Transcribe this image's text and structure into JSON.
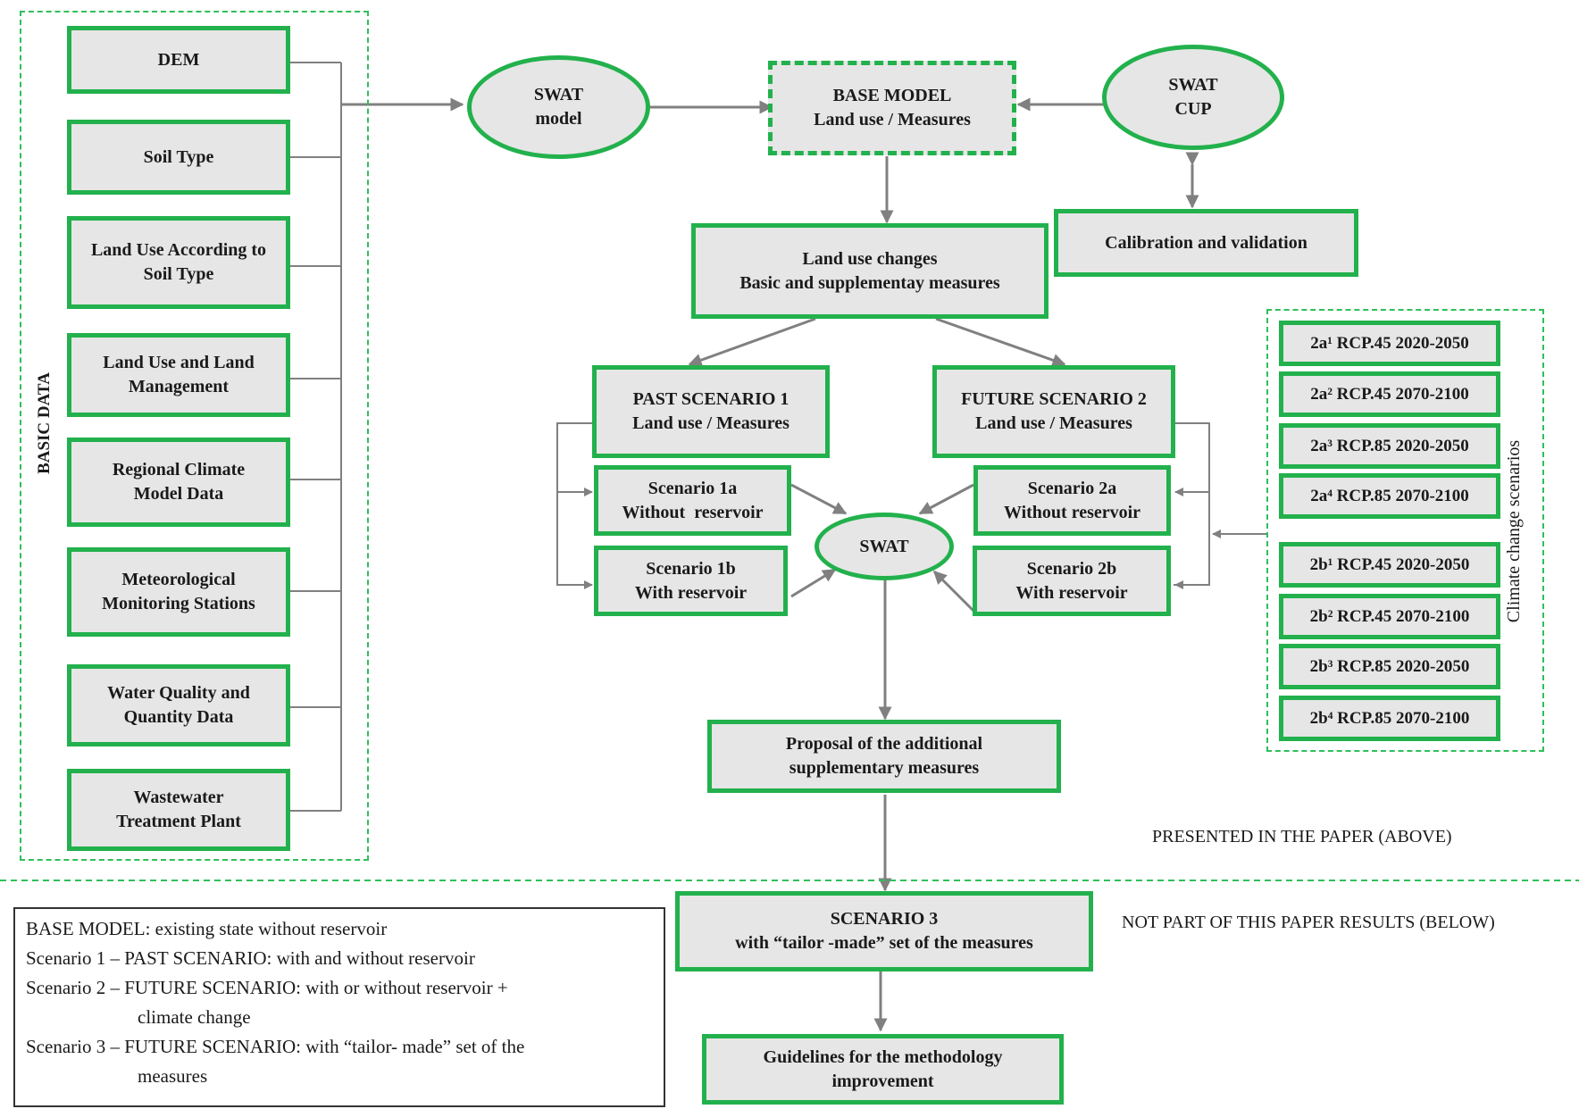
{
  "basic_data": {
    "label": "BASIC DATA",
    "items": [
      "DEM",
      "Soil Type",
      "Land Use According to Soil Type",
      "Land Use and Land Management",
      "Regional Climate Model Data",
      "Meteorological Monitoring Stations",
      "Water Quality and Quantity Data",
      "Wastewater Treatment Plant"
    ]
  },
  "swat_model": [
    "SWAT",
    "model"
  ],
  "base_model": [
    "BASE MODEL",
    "Land use / Measures"
  ],
  "swat_cup": [
    "SWAT",
    "CUP"
  ],
  "calibration": "Calibration and validation",
  "land_use_changes": [
    "Land use changes",
    "Basic and supplementay measures"
  ],
  "past_scenario": [
    "PAST SCENARIO 1",
    "Land use / Measures"
  ],
  "future_scenario": [
    "FUTURE SCENARIO 2",
    "Land use / Measures"
  ],
  "scenario_1a": [
    "Scenario 1a",
    "Without  reservoir"
  ],
  "scenario_1b": [
    "Scenario 1b",
    "With reservoir"
  ],
  "scenario_2a": [
    "Scenario 2a",
    "Without reservoir"
  ],
  "scenario_2b": [
    "Scenario 2b",
    "With reservoir"
  ],
  "swat": "SWAT",
  "climate": {
    "label": "Climate change scenarios",
    "items": [
      "2a¹ RCP.45 2020-2050",
      "2a² RCP.45 2070-2100",
      "2a³ RCP.85 2020-2050",
      "2a⁴ RCP.85 2070-2100",
      "2b¹ RCP.45 2020-2050",
      "2b² RCP.45 2070-2100",
      "2b³ RCP.85 2020-2050",
      "2b⁴ RCP.85 2070-2100"
    ]
  },
  "proposal": [
    "Proposal of the additional",
    "supplementary measures"
  ],
  "presented_label": "PRESENTED IN THE PAPER (ABOVE)",
  "not_part_label": "NOT PART OF THIS PAPER RESULTS (BELOW)",
  "scenario_3": [
    "SCENARIO 3",
    "with “tailor -made” set of the measures"
  ],
  "guidelines": [
    "Guidelines for the methodology",
    "improvement"
  ],
  "legend": [
    "BASE MODEL: existing state without reservoir",
    "Scenario 1 – PAST SCENARIO: with and without reservoir",
    "Scenario 2 – FUTURE SCENARIO: with or without reservoir +",
    "climate change",
    "Scenario 3 – FUTURE SCENARIO: with “tailor- made” set of the",
    "measures"
  ],
  "colors": {
    "accent": "#22b14c",
    "box_fill": "#e6e6e6",
    "arrow": "#808080"
  }
}
